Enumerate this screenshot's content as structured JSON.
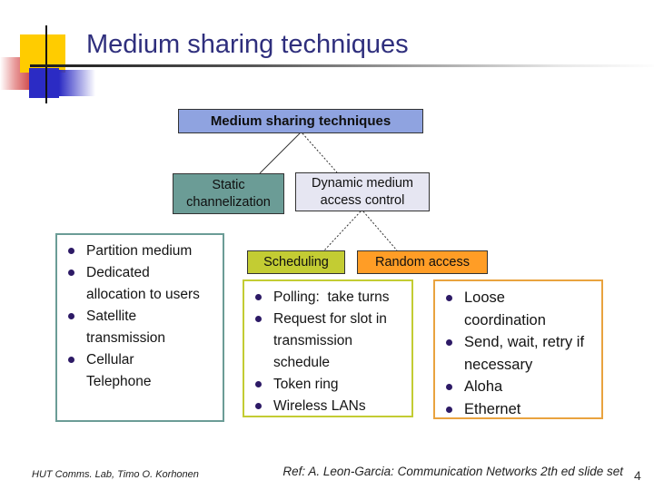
{
  "slide": {
    "title": "Medium sharing techniques",
    "footer_left": "HUT Comms. Lab, Timo O. Korhonen",
    "footer_ref": "Ref: A. Leon-Garcia: Communication Networks 2th ed slide set",
    "page_number": "4"
  },
  "diagram": {
    "root_box": {
      "label": "Medium sharing techniques",
      "fill": "#8FA3E0"
    },
    "static_box": {
      "label": "Static channelization",
      "fill": "#6B9C96"
    },
    "dynamic_box": {
      "label": "Dynamic medium access control",
      "fill": "#E6E6F2"
    },
    "scheduling_box": {
      "label": "Scheduling",
      "fill": "#C3CC33"
    },
    "random_box": {
      "label": "Random access",
      "fill": "#FF9D26"
    },
    "bullet_color": "#2D1A66"
  },
  "lists": {
    "static_list": {
      "border": "#6B9C96",
      "items": [
        "Partition medium",
        "Dedicated\nallocation to users",
        "Satellite\ntransmission",
        "Cellular\nTelephone"
      ]
    },
    "scheduling_list": {
      "border": "#C3CC33",
      "items": [
        "Polling:  take turns",
        "Request for slot in\ntransmission\nschedule",
        "Token ring",
        "Wireless LANs"
      ]
    },
    "random_list": {
      "border": "#E9A33F",
      "items": [
        "Loose\ncoordination",
        "Send, wait, retry if\nnecessary",
        "Aloha",
        "Ethernet"
      ]
    }
  }
}
